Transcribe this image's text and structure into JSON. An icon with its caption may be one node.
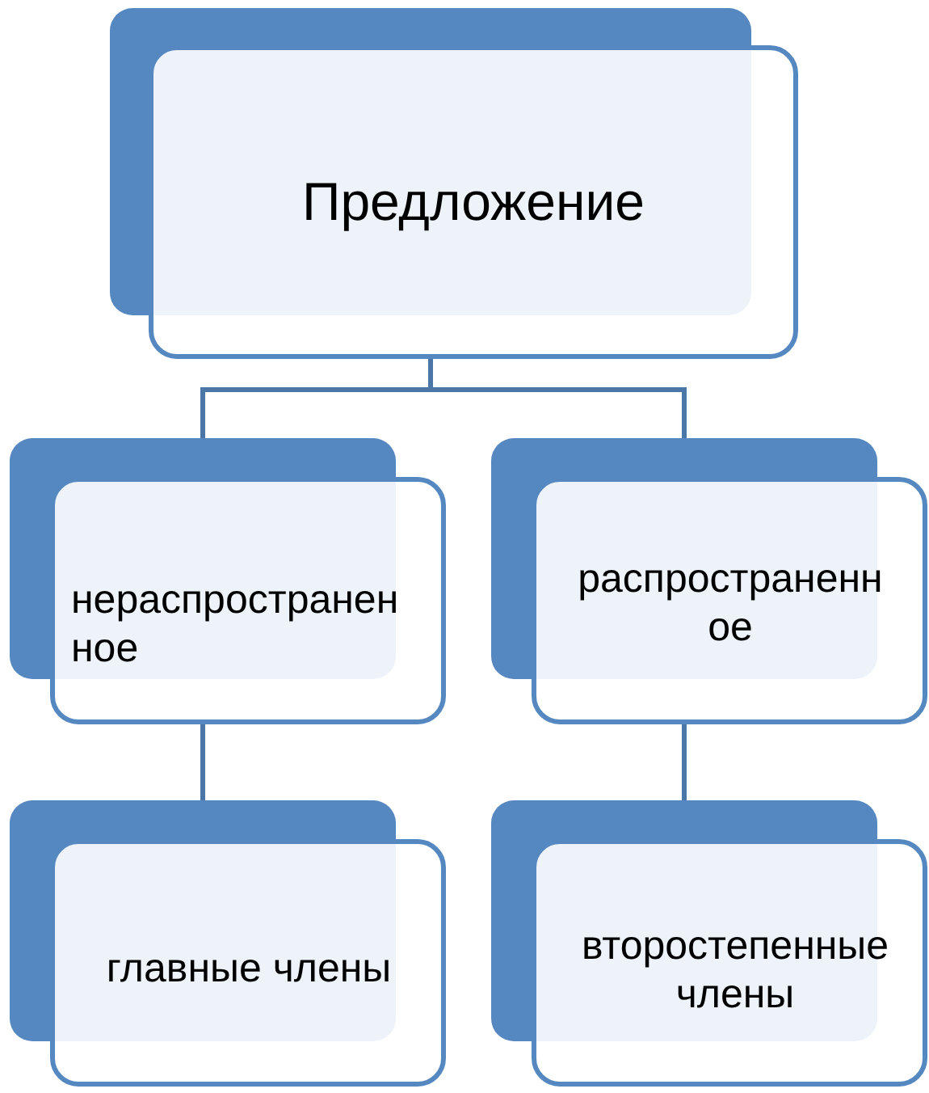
{
  "diagram": {
    "nodes": [
      {
        "text": [
          "Предложение"
        ]
      },
      {
        "text": [
          "нераспространен ное"
        ]
      },
      {
        "text": [
          "распространенн ое"
        ]
      },
      {
        "text": [
          "главные члены"
        ]
      },
      {
        "text": [
          "второстепенные члены"
        ]
      }
    ],
    "edges": [
      {
        "from": 0,
        "to": 1,
        "arrow": "none"
      },
      {
        "from": 0,
        "to": 2,
        "arrow": "none"
      },
      {
        "from": 1,
        "to": 3,
        "arrow": "none"
      },
      {
        "from": 2,
        "to": 4,
        "arrow": "none"
      }
    ]
  }
}
